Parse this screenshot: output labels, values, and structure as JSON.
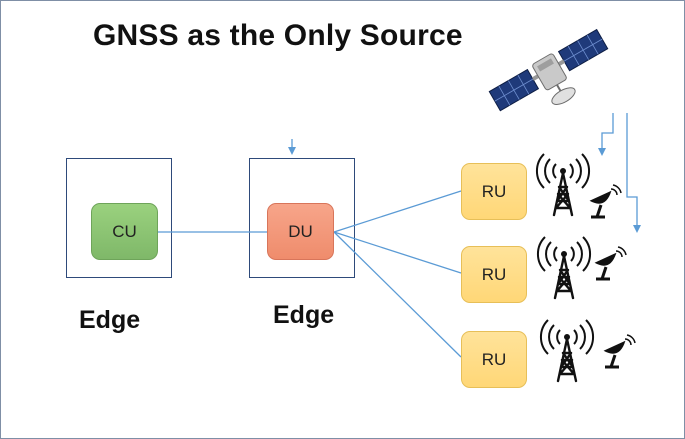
{
  "diagram": {
    "title": "GNSS as the Only Source",
    "nodes": {
      "cu": "CU",
      "du": "DU",
      "ru1": "RU",
      "ru2": "RU",
      "ru3": "RU"
    },
    "site_labels": {
      "cu_site": "Edge",
      "du_site": "Edge"
    },
    "colors": {
      "cu": "#8cc474",
      "du": "#f3997a",
      "ru": "#ffdc86",
      "connector": "#5b9bd5",
      "box_border": "#2e4a7a"
    },
    "icons": [
      "satellite-icon",
      "cell-tower-icon",
      "satellite-dish-icon",
      "timing-arrow-icon"
    ]
  }
}
